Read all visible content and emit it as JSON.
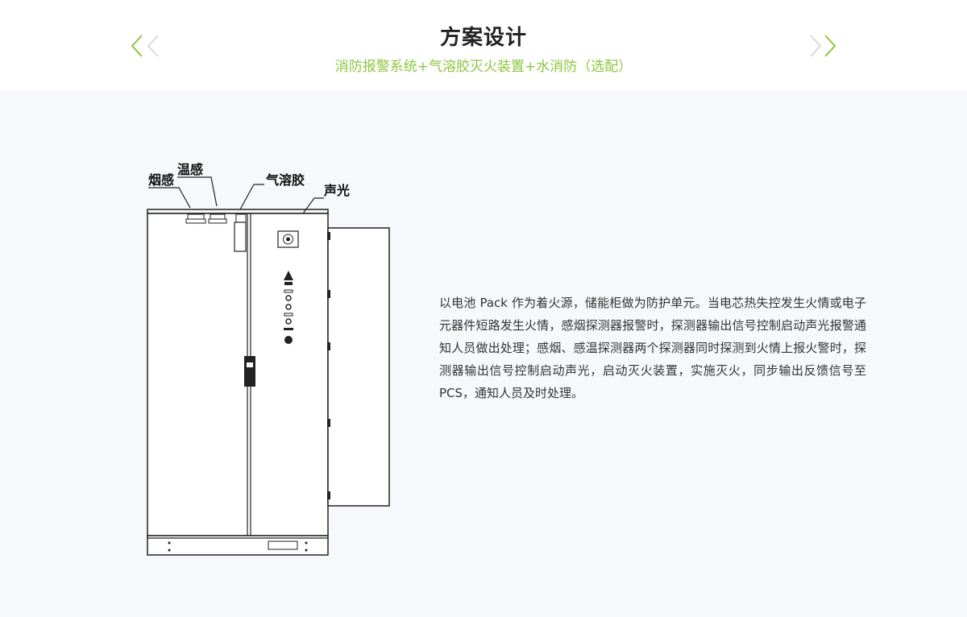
{
  "header": {
    "title": "方案设计",
    "subtitle": "消防报警系统+气溶胶灭火装置+水消防（选配）",
    "accent_color": "#8cc63f",
    "prev_icon": "double-chevron-left-icon",
    "next_icon": "double-chevron-right-icon"
  },
  "diagram": {
    "labels": {
      "smoke": "烟感",
      "temperature": "温感",
      "aerosol": "气溶胶",
      "sound_light": "声光"
    }
  },
  "description": "以电池 Pack 作为着火源，储能柜做为防护单元。当电芯热失控发生火情或电子元器件短路发生火情，感烟探测器报警时，探测器输出信号控制启动声光报警通知人员做出处理；感烟、感温探测器两个探测器同时探测到火情上报火警时，探测器输出信号控制启动声光，启动灭火装置，实施灭火，同步输出反馈信号至 PCS，通知人员及时处理。"
}
